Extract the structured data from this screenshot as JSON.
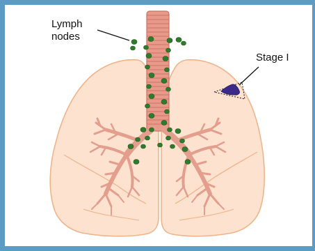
{
  "labels": {
    "lymph_nodes_line1": "Lymph",
    "lymph_nodes_line2": "nodes",
    "stage": "Stage I"
  },
  "colors": {
    "border": "#5b9bc4",
    "lung_fill": "#fde2cf",
    "lung_stroke": "#f0b48c",
    "trachea": "#e8998a",
    "bronchi": "#e39e8d",
    "lymph_node": "#2f7a2c",
    "tumor": "#3b2a8a"
  },
  "icons": {
    "lymph_node": "lymph-node-icon",
    "tumor": "tumor-icon"
  }
}
